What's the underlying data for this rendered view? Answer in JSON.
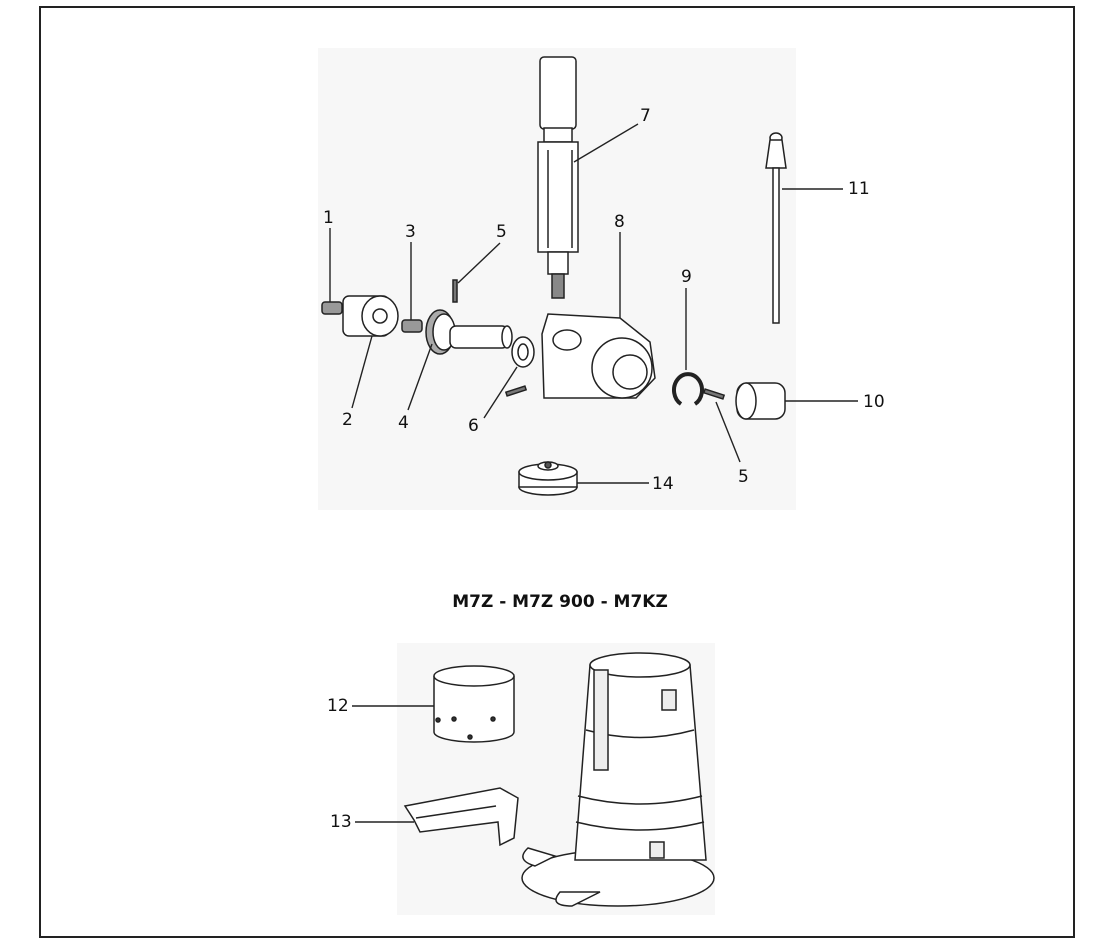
{
  "title": "M7Z - M7Z 900 - M7KZ",
  "callouts": {
    "c1": "1",
    "c2": "2",
    "c3": "3",
    "c4": "4",
    "c5a": "5",
    "c5b": "5",
    "c6": "6",
    "c7": "7",
    "c8": "8",
    "c9": "9",
    "c10": "10",
    "c11": "11",
    "c12": "12",
    "c13": "13",
    "c14": "14"
  }
}
